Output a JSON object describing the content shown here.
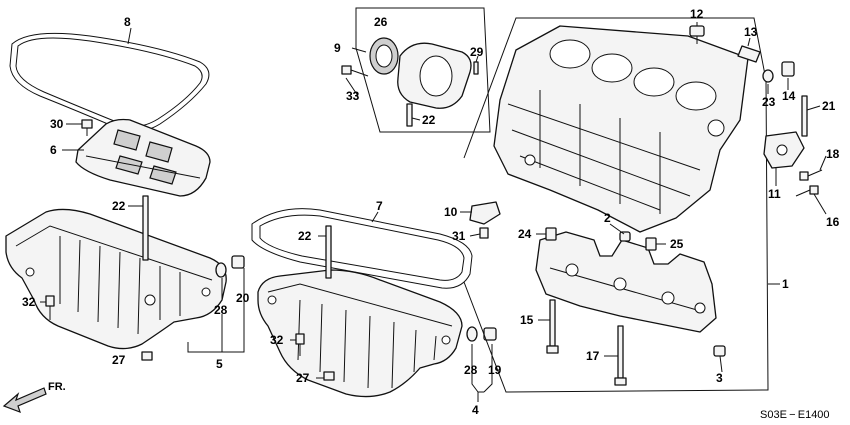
{
  "diagram": {
    "callouts": [
      "1",
      "2",
      "3",
      "4",
      "5",
      "6",
      "7",
      "8",
      "9",
      "10",
      "11",
      "12",
      "13",
      "14",
      "15",
      "16",
      "17",
      "18",
      "19",
      "20",
      "21",
      "22",
      "23",
      "24",
      "25",
      "26",
      "27",
      "28",
      "29",
      "30",
      "31",
      "32",
      "33"
    ],
    "extra_callouts": {
      "22b": "22",
      "22c": "22",
      "27b": "27",
      "28b": "28",
      "32b": "32"
    },
    "front_marker": "FR.",
    "diagram_code": "S03E − E1400"
  }
}
